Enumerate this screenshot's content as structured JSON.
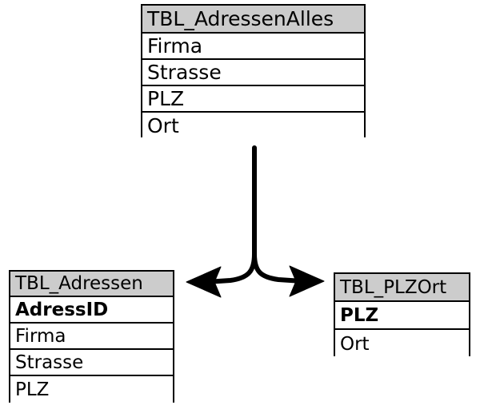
{
  "diagram": {
    "type": "entity-relationship-diagram",
    "background_color": "#ffffff",
    "header_fill_color": "#cccccc",
    "border_color": "#000000",
    "connector_color": "#000000",
    "entities": [
      {
        "id": "adressen-alles",
        "name": "TBL_AdressenAlles",
        "fields": [
          {
            "name": "Firma",
            "key": false
          },
          {
            "name": "Strasse",
            "key": false
          },
          {
            "name": "PLZ",
            "key": false
          },
          {
            "name": "Ort",
            "key": false
          }
        ]
      },
      {
        "id": "adressen",
        "name": "TBL_Adressen",
        "fields": [
          {
            "name": "AdressID",
            "key": true
          },
          {
            "name": "Firma",
            "key": false
          },
          {
            "name": "Strasse",
            "key": false
          },
          {
            "name": "PLZ",
            "key": false
          }
        ]
      },
      {
        "id": "plz-ort",
        "name": "TBL_PLZOrt",
        "fields": [
          {
            "name": "PLZ",
            "key": true
          },
          {
            "name": "Ort",
            "key": false
          }
        ]
      }
    ],
    "connector": {
      "name": "split-arrow",
      "description": "Forked arrow from TBL_AdressenAlles splitting toward TBL_Adressen and TBL_PLZOrt",
      "from": "adressen-alles",
      "to": [
        "adressen",
        "plz-ort"
      ],
      "arrowheads": [
        "left",
        "right"
      ]
    }
  }
}
